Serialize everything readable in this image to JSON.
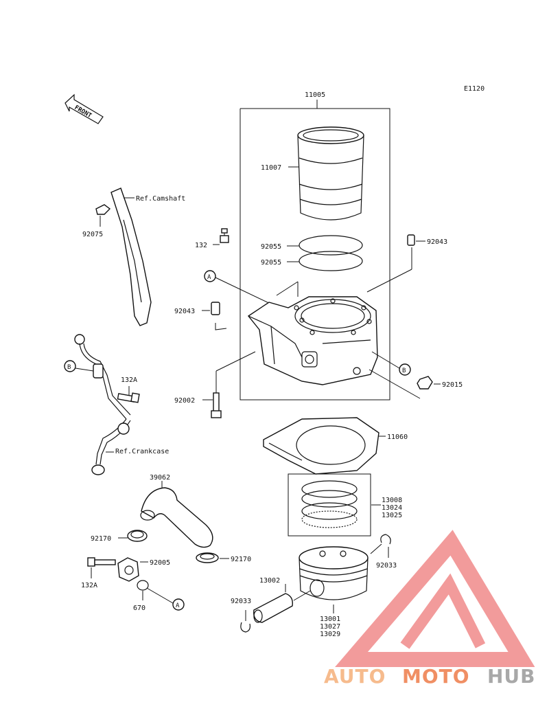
{
  "diagram_code": "E1120",
  "front_label": "FRONT",
  "ref_labels": {
    "camshaft": "Ref.Camshaft",
    "crankcase": "Ref.Crankcase"
  },
  "callouts": {
    "a": "A",
    "b": "B"
  },
  "parts": {
    "p11005": "11005",
    "p11007": "11007",
    "p92055a": "92055",
    "p92055b": "92055",
    "p132": "132",
    "p92043a": "92043",
    "p92043b": "92043",
    "p92075": "92075",
    "p132A_top": "132A",
    "p92002": "92002",
    "p92015": "92015",
    "p11060": "11060",
    "p39062": "39062",
    "p13008": "13008",
    "p13024": "13024",
    "p13025": "13025",
    "p92170a": "92170",
    "p92170b": "92170",
    "p92005": "92005",
    "p132A_bot": "132A",
    "p670": "670",
    "p13002": "13002",
    "p92033a": "92033",
    "p92033b": "92033",
    "p13001": "13001",
    "p13027": "13027",
    "p13029": "13029"
  },
  "watermark": {
    "part1": "AUTO",
    "part2": "MOTO",
    "part3": "HUB",
    "color_light": "#f5b07a",
    "color_mid": "#ee7c4a",
    "color_dark": "#9a9a9a",
    "triangle_color": "#f08a8a"
  }
}
